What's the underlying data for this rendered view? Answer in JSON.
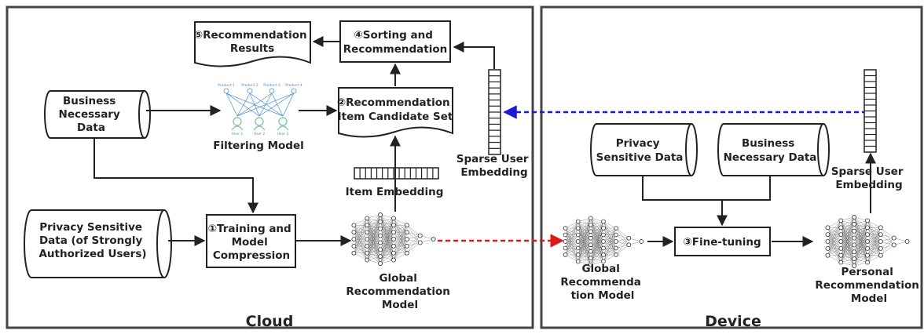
{
  "panels": {
    "cloud": {
      "title": "Cloud"
    },
    "device": {
      "title": "Device"
    }
  },
  "cloud": {
    "recommendation_results": [
      "⑤Recommendation",
      "Results"
    ],
    "sorting": [
      "④Sorting and",
      "Recommendation"
    ],
    "candidate_set": [
      "②Recommendation",
      "Item Candidate Set"
    ],
    "business_data": [
      "Business",
      "Necessary",
      "Data"
    ],
    "filtering_model": [
      "Filtering Model"
    ],
    "privacy_data": [
      "Privacy Sensitive",
      "Data (of Strongly",
      "Authorized Users)"
    ],
    "training": [
      "①Training and",
      "Model",
      "Compression"
    ],
    "item_embedding": [
      "Item Embedding"
    ],
    "global_model": [
      "Global",
      "Recommendation",
      "Model"
    ],
    "sparse_embedding": [
      "Sparse User",
      "Embedding"
    ]
  },
  "device": {
    "privacy_data": [
      "Privacy",
      "Sensitive Data"
    ],
    "business_data": [
      "Business",
      "Necessary Data"
    ],
    "fine_tuning": [
      "③Fine-tuning"
    ],
    "global_model": [
      "Global",
      "Recommenda",
      "tion Model"
    ],
    "personal_model": [
      "Personal",
      "Recommendation",
      "Model"
    ],
    "sparse_embedding": [
      "Sparse User",
      "Embedding"
    ]
  },
  "filter_graph": {
    "products": [
      "Product 1",
      "Product 2",
      "Product 3",
      "Product 4"
    ],
    "users": [
      "User 1",
      "User 2",
      "User 3"
    ]
  },
  "colors": {
    "line": "#222222",
    "blue_dashed": "#1a1ad6",
    "red_dashed": "#e01818",
    "graph_line": "#4a8fcf",
    "user_head": "#86c7a6"
  }
}
